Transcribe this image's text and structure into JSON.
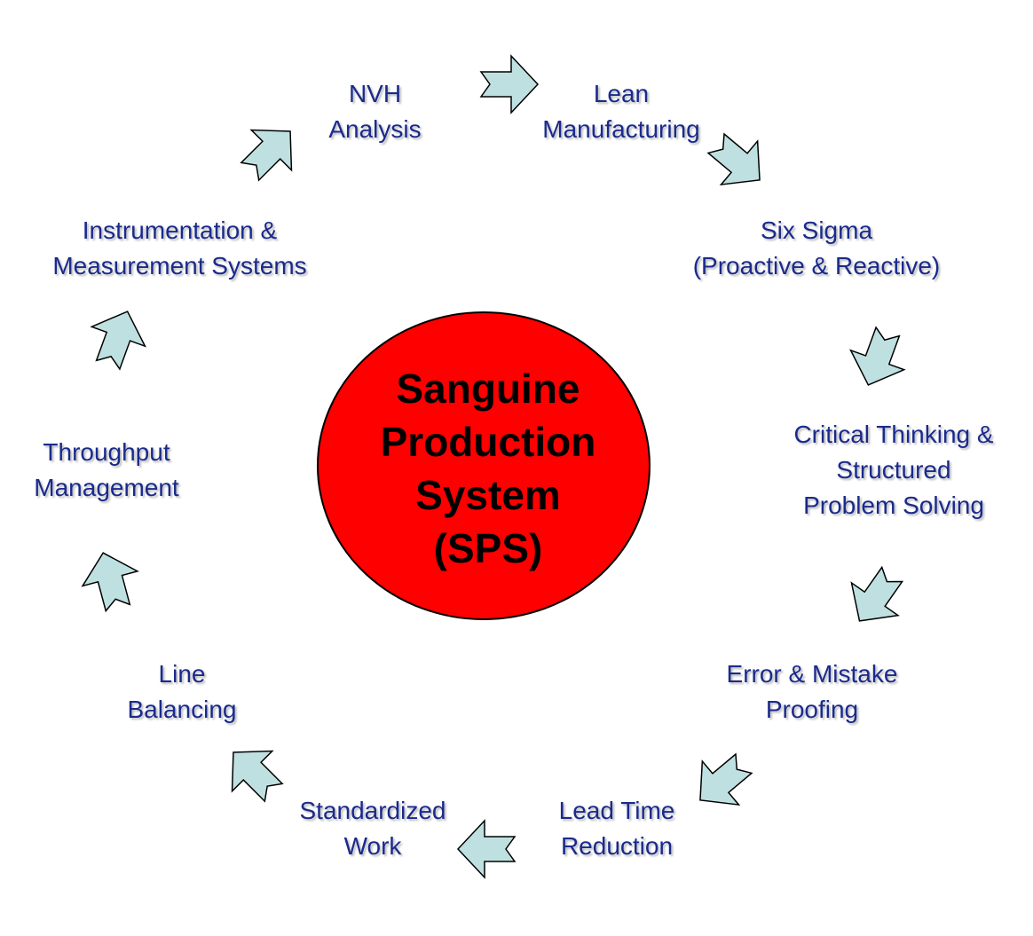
{
  "center": {
    "lines": [
      "Sanguine",
      "Production",
      "System",
      "(SPS)"
    ],
    "fill": "#ff0000"
  },
  "arrow_fill": "#bfe0e0",
  "text_color": "#1a2a8c",
  "steps": [
    {
      "lines": [
        "Lean",
        "Manufacturing"
      ]
    },
    {
      "lines": [
        "Six Sigma",
        "(Proactive & Reactive)"
      ]
    },
    {
      "lines": [
        "Critical Thinking &",
        "Structured",
        "Problem Solving"
      ]
    },
    {
      "lines": [
        "Error & Mistake",
        "Proofing"
      ]
    },
    {
      "lines": [
        "Lead Time",
        "Reduction"
      ]
    },
    {
      "lines": [
        "Standardized",
        "Work"
      ]
    },
    {
      "lines": [
        "Line",
        "Balancing"
      ]
    },
    {
      "lines": [
        "Throughput",
        "Management"
      ]
    },
    {
      "lines": [
        "Instrumentation &",
        "Measurement Systems"
      ]
    },
    {
      "lines": [
        "NVH",
        "Analysis"
      ]
    }
  ]
}
